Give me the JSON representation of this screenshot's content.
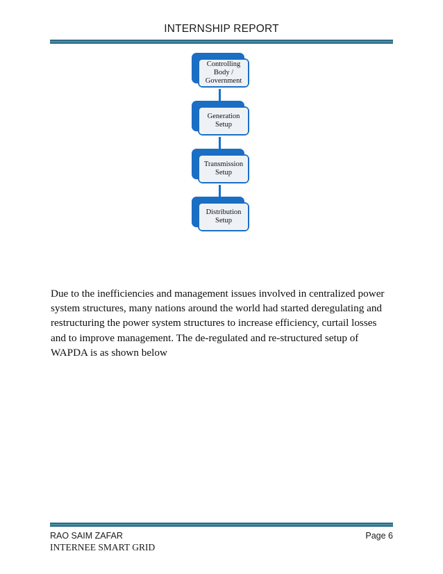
{
  "document": {
    "header": {
      "title": "INTERNSHIP REPORT"
    },
    "diagram": {
      "name": "centralized-power-system-structure",
      "nodes": [
        {
          "id": "controlling-body",
          "label": "Controlling\nBody /\nGovernment"
        },
        {
          "id": "generation-setup",
          "label": "Generation\nSetup"
        },
        {
          "id": "transmission-setup",
          "label": "Transmission\nSetup"
        },
        {
          "id": "distribution-setup",
          "label": "Distribution\nSetup"
        }
      ],
      "colors": {
        "box_fill": "#1a6ec4",
        "box_border": "#1a6ec4",
        "face_fill": "#eef2f7",
        "connector": "#1a6ec4"
      }
    },
    "body": {
      "paragraph": "Due to the inefficiencies and management issues involved in centralized power system structures, many nations around the world had started deregulating and restructuring the power system structures to increase efficiency, curtail losses and to improve management. The de-regulated and re-structured setup of WAPDA is as shown below"
    },
    "footer": {
      "author": "RAO SAIM ZAFAR",
      "subtitle": "INTERNEE SMART GRID",
      "page": "Page 6"
    },
    "colors": {
      "rule_dark": "#2a6a86",
      "rule_light": "#4e8fa8",
      "text": "#0d0d0d",
      "background": "#ffffff"
    }
  }
}
